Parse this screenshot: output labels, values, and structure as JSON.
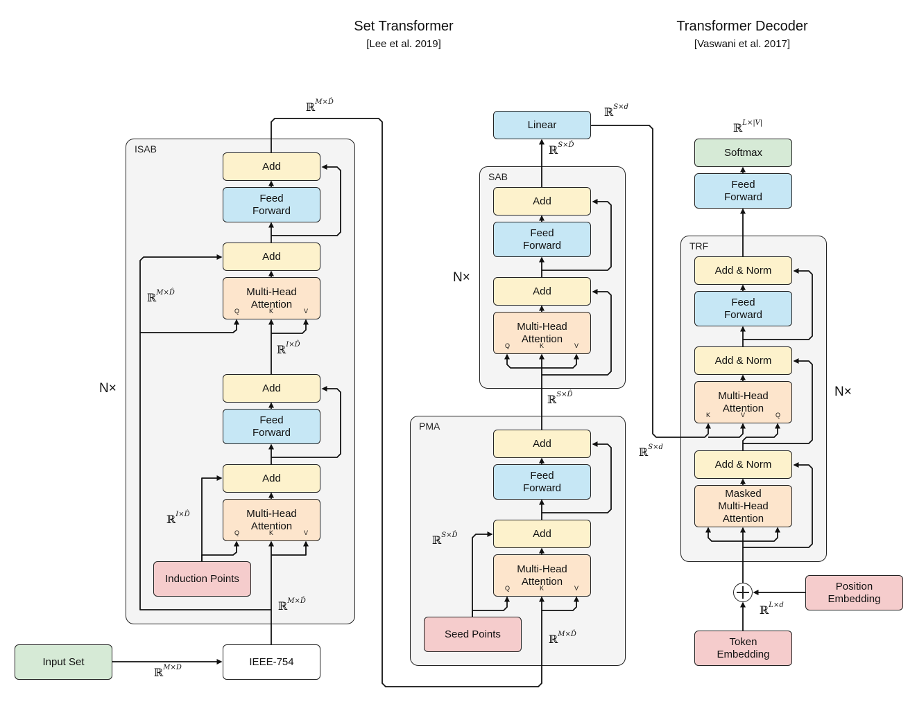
{
  "titles": {
    "set_transformer": "Set Transformer",
    "set_transformer_cite": "[Lee et al. 2019]",
    "decoder": "Transformer Decoder",
    "decoder_cite": "[Vaswani et al. 2017]"
  },
  "groups": {
    "isab": "ISAB",
    "sab": "SAB",
    "pma": "PMA",
    "trf": "TRF"
  },
  "repeat": {
    "isab": "N×",
    "sab": "N×",
    "trf": "N×"
  },
  "blocks": {
    "input_set": "Input Set",
    "ieee": "IEEE-754",
    "induction_points": "Induction Points",
    "seed_points": "Seed Points",
    "add": "Add",
    "feed_forward": "Feed\nForward",
    "mha": "Multi-Head\nAttention",
    "masked_mha": "Masked\nMulti-Head\nAttention",
    "add_norm": "Add & Norm",
    "linear": "Linear",
    "softmax": "Softmax",
    "position_embedding": "Position\nEmbedding",
    "token_embedding": "Token\nEmbedding"
  },
  "ports": {
    "q": "Q",
    "k": "K",
    "v": "V"
  },
  "dims": {
    "r": "ℝ",
    "m_d": "M×D",
    "m_dhat": "M×D̂",
    "i_dhat": "I×D̂",
    "s_dhat": "S×D̂",
    "s_d": "S×d",
    "l_d": "L×d",
    "l_v": "L×|V|"
  },
  "colors": {
    "add": "#fdf2cc",
    "feed_forward": "#c6e7f5",
    "attention": "#fde5cc",
    "points": "#f5cccc",
    "io": "#d6ead6",
    "group_bg": "#f4f4f4"
  }
}
